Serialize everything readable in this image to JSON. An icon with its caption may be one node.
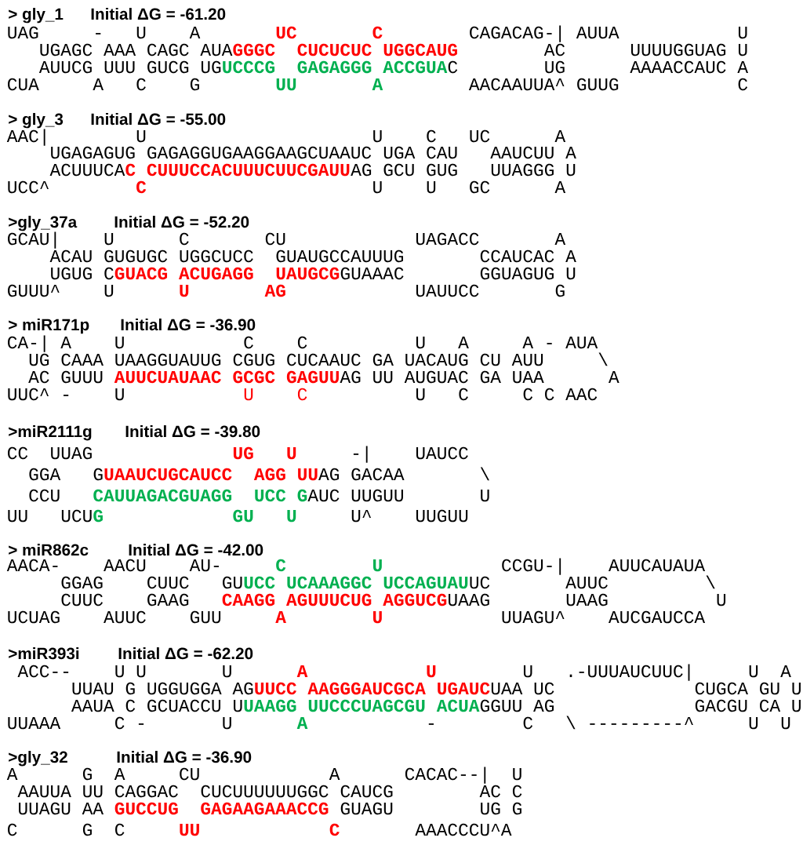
{
  "diagram": {
    "labels": [
      "> gly_1",
      "Initial ΔG = -61.20",
      "UAG",
      "-",
      "U",
      "A",
      "UC",
      "C",
      "CAGACAG-|",
      "AUUA",
      "U",
      "UGAGC",
      "AAA",
      "CAGC",
      "AUA",
      "GGGC",
      "CUCUCUC",
      "UGGCAUG",
      "AC",
      "UUUUGGUAG",
      "U",
      "AUUCG",
      "UUU",
      "GUCG",
      "UG",
      "UCCCG",
      "GAGAGGG",
      "ACCGUA",
      "C",
      "UG",
      "AAAACCAUC",
      "A",
      "CUA",
      "A",
      "C",
      "G",
      "UU",
      "A",
      "AACAAUUA^",
      "GUUG",
      "C",
      "> gly_3",
      "Initial ΔG = -55.00",
      "AAC|",
      "U",
      "U",
      "C",
      "UC",
      "A",
      "UGAGAGUG",
      "GAGAGGUGAAGGAAGCUAAUC",
      "UGA",
      "CAU",
      "AAUCUU",
      "A",
      "ACUUUCA",
      "C",
      "CUUUCCACUUUCUUCGAUU",
      "AG",
      "GCU",
      "GUG",
      "UUAGGG",
      "U",
      "UCC^",
      "C",
      "U",
      "U",
      "GC",
      "A",
      ">gly_37a",
      "Initial ΔG = -52.20",
      "GCAU|",
      "U",
      "C",
      "CU",
      "UAGACC",
      "A",
      "ACAU",
      "GUGUGC",
      "UGGCUCC",
      "GUAUGCCAUUUG",
      "CCAUCAC",
      "A",
      "UGUG",
      "C",
      "GUACG",
      "ACUGAGG",
      "UAUGCG",
      "GUAAAC",
      "GGUAGUG",
      "U",
      "GUUU^",
      "U",
      "U",
      "AG",
      "UAUUCC",
      "G",
      "> miR171p",
      "Initial ΔG = -36.90",
      "CA-|",
      "A",
      "U",
      "C",
      "C",
      "U",
      "A",
      "A",
      "-",
      "AUA",
      "UG",
      "CAAA",
      "UAAGGUAUUG",
      "CGUG",
      "CUCAAUC",
      "GA",
      "UACAUG",
      "CU",
      "AUU",
      "\\",
      "AC",
      "GUUU",
      "AUUCUAUAAC",
      "GCGC",
      "GAGUU",
      "AG",
      "UU",
      "AUGUAC",
      "GA",
      "UAA",
      "A",
      "UUC^",
      "-",
      "U",
      "U",
      "C",
      "U",
      "C",
      "C",
      "C",
      "AAC",
      ">miR2111g",
      "Initial ΔG = -39.80",
      "CC",
      "UUAG",
      "UG",
      "U",
      "-|",
      "UAUCC",
      "GGA",
      "G",
      "UAAUCUGCAUCC",
      "AGG",
      "UU",
      "AG",
      "GACAA",
      "\\",
      "CCU",
      "CAUUAGACGUAGG",
      "UCC",
      "G",
      "AUC",
      "UUGUU",
      "U",
      "UU",
      "UCU",
      "G",
      "GU",
      "U",
      "U^",
      "UUGUU",
      "> miR862c",
      "Initial ΔG = -42.00",
      "AACA-",
      "AACU",
      "AU-",
      "C",
      "U",
      "CCGU-|",
      "AUUCAUAUA",
      "GGAG",
      "CUUC",
      "GU",
      "UCC",
      "UCAAAGGC",
      "UCCAGUAU",
      "UC",
      "AUUC",
      "\\",
      "CUUC",
      "GAAG",
      "CAAGG",
      "AGUUUCUG",
      "AGGUCG",
      "UAAG",
      "UAAG",
      "U",
      "UCUAG",
      "AUUC",
      "GUU",
      "A",
      "U",
      "UUAGU^",
      "AUCGAUCCA",
      ">miR393i",
      "Initial ΔG = -62.20",
      "ACC--",
      "U",
      "U",
      "U",
      "A",
      "U",
      "U",
      ".-UUUAUCUUC|",
      "U",
      "A",
      "UUAU",
      "G",
      "UGGUGGA",
      "AG",
      "UUCC",
      "AAGGGAUCGCA",
      "UGAUC",
      "UAA",
      "UC",
      "CUGCA",
      "GU",
      "U",
      "AAUA",
      "C",
      "GCUACCU",
      "U",
      "UAAGG",
      "UUCCCUAGCGU",
      "ACUA",
      "GGUU",
      "AG",
      "GACGU",
      "CA",
      "U",
      "UUAAA",
      "C",
      "-",
      "U",
      "A",
      "-",
      "C",
      "\\",
      "---------^",
      "U",
      "U",
      ">gly_32",
      "Initial ΔG = -36.90",
      "A",
      "G",
      "A",
      "CU",
      "A",
      "CACAC--|",
      "U",
      "AAUUA",
      "UU",
      "CAGGAC",
      "CUCUUUUUUGGC",
      "CAUCG",
      "AC",
      "C",
      "UUAGU",
      "AA",
      "GUCCUG",
      "GAGAAGAAACCG",
      "GUAGU",
      "UG",
      "G",
      "C",
      "G",
      "C",
      "UU",
      "C",
      "AAACCCU^A"
    ]
  }
}
